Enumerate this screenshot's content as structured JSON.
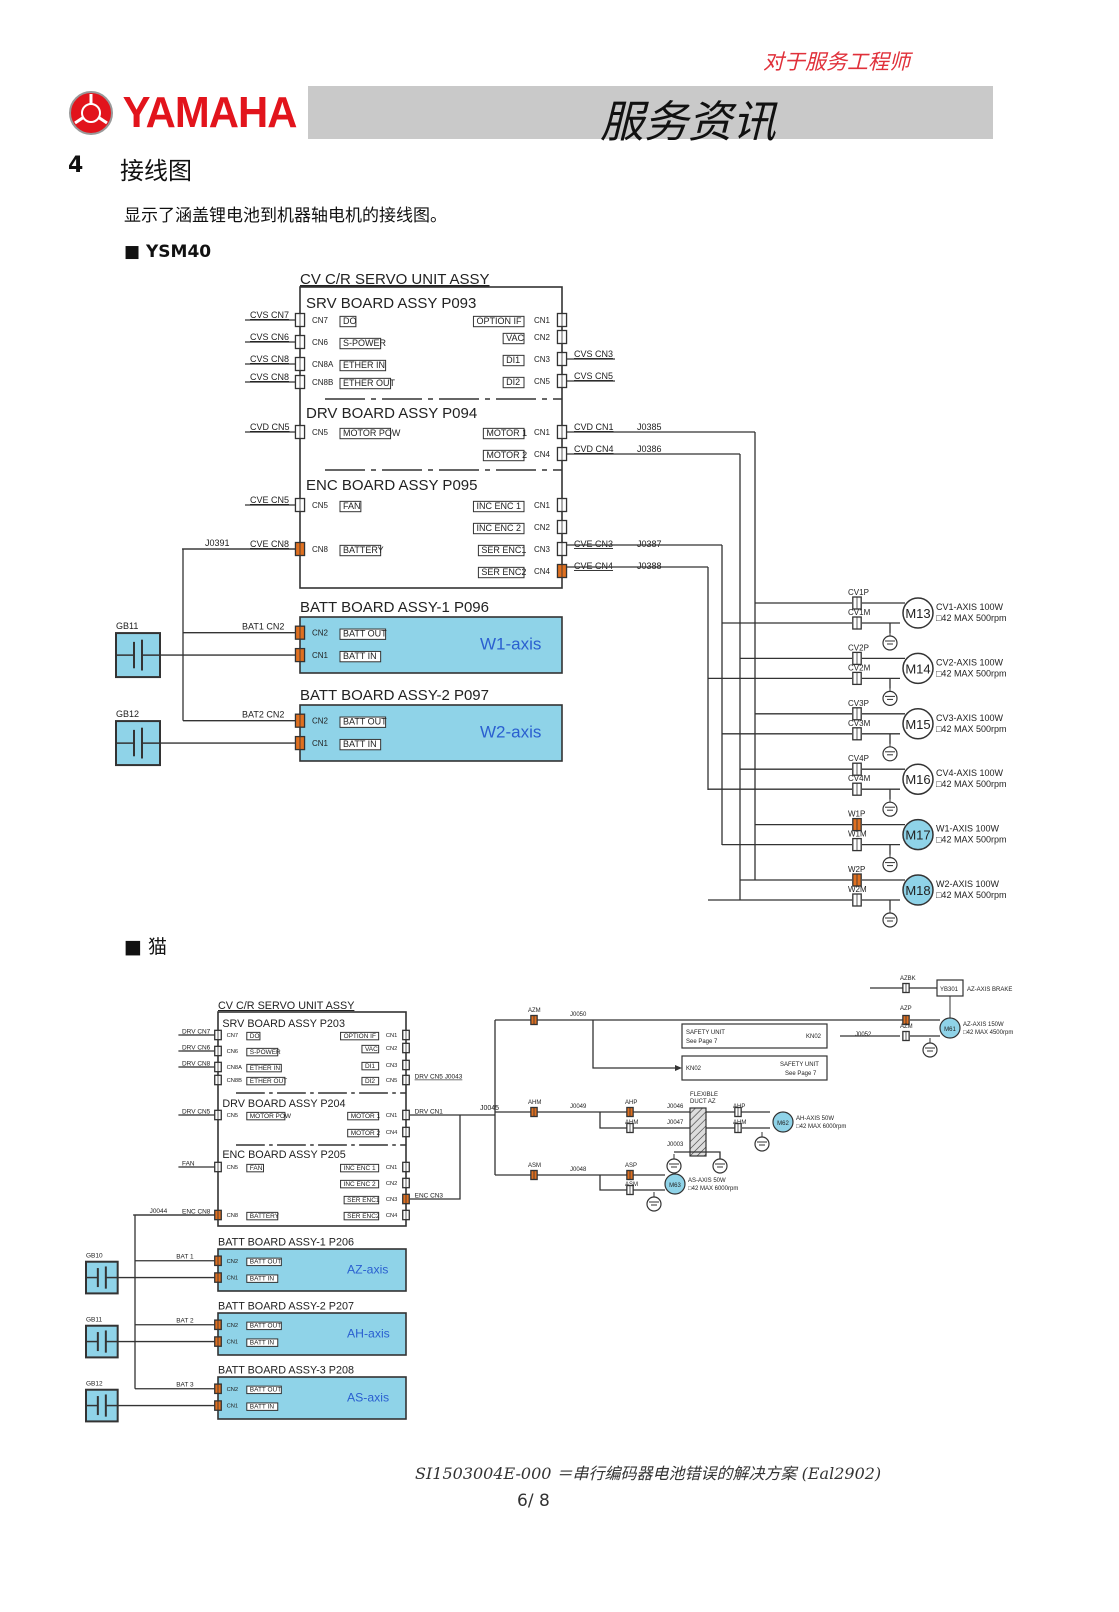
{
  "header": {
    "audience": "对于服务工程师",
    "brand": "YAMAHA",
    "title": "服务资讯"
  },
  "section": {
    "number": "4",
    "title": "接线图",
    "intro": "显示了涵盖锂电池到机器轴电机的接线图。"
  },
  "subsections": [
    "■  YSM40",
    "■  猫"
  ],
  "colors": {
    "brand_red": "#e2141c",
    "batt_board": "#8fd3e8",
    "axis_text": "#2a5fd0",
    "orange_connector": "#e07020",
    "motor_blue": "#8fd3e8",
    "band_gray": "#c9c9c9"
  },
  "ysm40": {
    "unit_title": "CV C/R SERVO UNIT ASSY",
    "boards": [
      {
        "title": "SRV BOARD ASSY P093",
        "left": [
          {
            "ext": "CVS CN7",
            "cn": "CN7",
            "fn": "DO"
          },
          {
            "ext": "CVS CN6",
            "cn": "CN6",
            "fn": "S-POWER"
          },
          {
            "ext": "CVS CN8",
            "cn": "CN8A",
            "fn": "ETHER IN"
          },
          {
            "ext": "CVS CN8",
            "cn": "CN8B",
            "fn": "ETHER OUT"
          }
        ],
        "right": [
          {
            "fn": "OPTION IF",
            "cn": "CN1",
            "ext": ""
          },
          {
            "fn": "VAC",
            "cn": "CN2",
            "ext": ""
          },
          {
            "fn": "DI1",
            "cn": "CN3",
            "ext": "CVS CN3"
          },
          {
            "fn": "DI2",
            "cn": "CN5",
            "ext": "CVS CN5"
          }
        ]
      },
      {
        "title": "DRV BOARD ASSY P094",
        "left": [
          {
            "ext": "CVD CN5",
            "cn": "CN5",
            "fn": "MOTOR POW"
          }
        ],
        "right": [
          {
            "fn": "MOTOR 1",
            "cn": "CN1",
            "ext": "CVD CN1",
            "j": "J0385"
          },
          {
            "fn": "MOTOR 2",
            "cn": "CN4",
            "ext": "CVD CN4",
            "j": "J0386"
          }
        ]
      },
      {
        "title": "ENC BOARD ASSY P095",
        "left": [
          {
            "ext": "CVE CN5",
            "cn": "CN5",
            "fn": "FAN"
          },
          {
            "ext": "CVE CN8",
            "cn": "CN8",
            "fn": "BATTERY",
            "j": "J0391",
            "orange": true
          }
        ],
        "right": [
          {
            "fn": "INC ENC 1",
            "cn": "CN1",
            "ext": ""
          },
          {
            "fn": "INC ENC 2",
            "cn": "CN2",
            "ext": ""
          },
          {
            "fn": "SER ENC1",
            "cn": "CN3",
            "ext": "CVE CN3",
            "j": "J0387"
          },
          {
            "fn": "SER ENC2",
            "cn": "CN4",
            "ext": "CVE CN4",
            "j": "J0388",
            "orange": true
          }
        ]
      }
    ],
    "batt_boards": [
      {
        "title": "BATT BOARD ASSY-1 P096",
        "gb": "GB11",
        "ext": "BAT1 CN2",
        "out_cn": "CN2",
        "out": "BATT OUT",
        "in_cn": "CN1",
        "in": "BATT IN",
        "axis": "W1-axis"
      },
      {
        "title": "BATT BOARD ASSY-2 P097",
        "gb": "GB12",
        "ext": "BAT2 CN2",
        "out_cn": "CN2",
        "out": "BATT OUT",
        "in_cn": "CN1",
        "in": "BATT IN",
        "axis": "W2-axis"
      }
    ],
    "motors": [
      {
        "id": "M13",
        "p": "CV1P",
        "m": "CV1M",
        "spec1": "CV1-AXIS 100W",
        "spec2": "□42 MAX 500rpm",
        "highlight": false
      },
      {
        "id": "M14",
        "p": "CV2P",
        "m": "CV2M",
        "spec1": "CV2-AXIS 100W",
        "spec2": "□42 MAX 500rpm",
        "highlight": false
      },
      {
        "id": "M15",
        "p": "CV3P",
        "m": "CV3M",
        "spec1": "CV3-AXIS 100W",
        "spec2": "□42 MAX 500rpm",
        "highlight": false
      },
      {
        "id": "M16",
        "p": "CV4P",
        "m": "CV4M",
        "spec1": "CV4-AXIS 100W",
        "spec2": "□42 MAX 500rpm",
        "highlight": false
      },
      {
        "id": "M17",
        "p": "W1P",
        "m": "W1M",
        "spec1": "W1-AXIS 100W",
        "spec2": "□42 MAX 500rpm",
        "highlight": true
      },
      {
        "id": "M18",
        "p": "W2P",
        "m": "W2M",
        "spec1": "W2-AXIS 100W",
        "spec2": "□42 MAX 500rpm",
        "highlight": true
      }
    ]
  },
  "cat": {
    "unit_title": "CV C/R SERVO UNIT ASSY",
    "boards": [
      {
        "title": "SRV BOARD ASSY P203",
        "left": [
          {
            "ext": "DRV CN7",
            "cn": "CN7",
            "fn": "DO"
          },
          {
            "ext": "DRV CN6",
            "cn": "CN6",
            "fn": "S-POWER"
          },
          {
            "ext": "DRV CN8",
            "cn": "CN8A",
            "fn": "ETHER IN"
          },
          {
            "ext": "",
            "cn": "CN8B",
            "fn": "ETHER OUT"
          }
        ],
        "right": [
          {
            "fn": "OPTION IF",
            "cn": "CN1",
            "ext": ""
          },
          {
            "fn": "VAC",
            "cn": "CN2",
            "ext": ""
          },
          {
            "fn": "DI1",
            "cn": "CN3",
            "ext": ""
          },
          {
            "fn": "DI2",
            "cn": "CN5",
            "ext": "DRV CN5 J0043"
          }
        ]
      },
      {
        "title": "DRV BOARD ASSY P204",
        "left": [
          {
            "ext": "DRV CN5",
            "cn": "CN5",
            "fn": "MOTOR POW"
          }
        ],
        "right": [
          {
            "fn": "MOTOR 1",
            "cn": "CN1",
            "ext": "DRV CN1"
          },
          {
            "fn": "MOTOR 2",
            "cn": "CN4",
            "ext": ""
          }
        ]
      },
      {
        "title": "ENC BOARD ASSY P205",
        "left": [
          {
            "ext": "FAN",
            "cn": "CN5",
            "fn": "FAN"
          },
          {
            "ext": "ENC CN8",
            "cn": "CN8",
            "fn": "BATTERY",
            "j": "J0044",
            "orange": true
          }
        ],
        "right": [
          {
            "fn": "INC ENC 1",
            "cn": "CN1",
            "ext": ""
          },
          {
            "fn": "INC ENC 2",
            "cn": "CN2",
            "ext": ""
          },
          {
            "fn": "SER ENC1",
            "cn": "CN3",
            "ext": "ENC CN3",
            "orange": true
          },
          {
            "fn": "SER ENC2",
            "cn": "CN4",
            "ext": ""
          }
        ]
      }
    ],
    "batt_boards": [
      {
        "title": "BATT BOARD ASSY-1 P206",
        "gb": "GB10",
        "ext": "BAT 1",
        "out_cn": "CN2",
        "out": "BATT OUT",
        "in_cn": "CN1",
        "in": "BATT IN",
        "axis": "AZ-axis"
      },
      {
        "title": "BATT BOARD ASSY-2 P207",
        "gb": "GB11",
        "ext": "BAT 2",
        "out_cn": "CN2",
        "out": "BATT OUT",
        "in_cn": "CN1",
        "in": "BATT IN",
        "axis": "AH-axis"
      },
      {
        "title": "BATT BOARD ASSY-3 P208",
        "gb": "GB12",
        "ext": "BAT 3",
        "out_cn": "CN2",
        "out": "BATT OUT",
        "in_cn": "CN1",
        "in": "BATT IN",
        "axis": "AS-axis"
      }
    ],
    "bus_label": "J0045",
    "branches": [
      {
        "cm": "AZM",
        "j": "J0050",
        "cp": "AZP",
        "motor": "M61",
        "spec1": "AZ-AXIS 150W",
        "spec2": "□42 MAX 4500rpm"
      },
      {
        "cm": "AHM",
        "j": "J0049",
        "cp": "AHP",
        "j2": "J0046",
        "j3": "J0047",
        "cp2": "AHP",
        "cm2": "AHM",
        "motor": "M62",
        "spec1": "AH-AXIS 50W",
        "spec2": "□42 MAX 6000rpm"
      },
      {
        "cm": "ASM",
        "j": "J0048",
        "cp": "ASP",
        "motor": "M63",
        "spec1": "AS-AXIS 50W",
        "spec2": "□42 MAX 6000rpm"
      }
    ],
    "brake": {
      "conn": "AZBK",
      "box": "YB301",
      "label": "AZ-AXIS BRAKE"
    },
    "safety": [
      {
        "title": "SAFETY UNIT",
        "sub": "See Page 7",
        "cn": "KN02",
        "j": "J0052"
      },
      {
        "title": "SAFETY UNIT",
        "sub": "See Page 7",
        "cn": "KN02"
      }
    ],
    "flex": {
      "title": "FLEXIBLE",
      "sub": "DUCT AZ",
      "j": "J0003"
    }
  },
  "footer": {
    "doc": "SI1503004E-000 ＝串行编码器电池错误的解决方案 (Eal2902)",
    "page": "6/ 8"
  }
}
